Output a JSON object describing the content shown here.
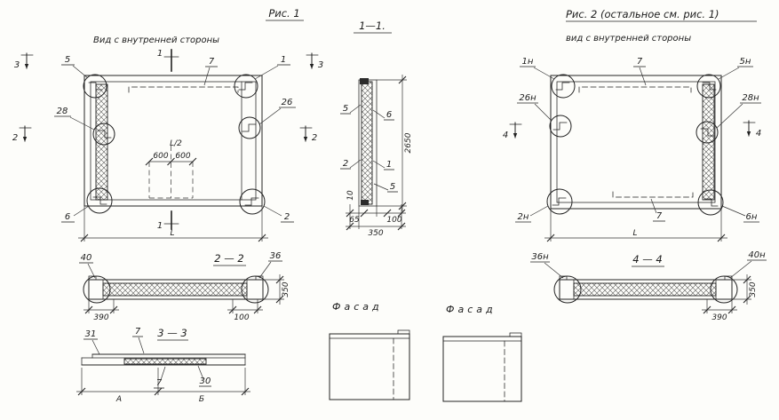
{
  "page": {
    "background": "#fdfdfa",
    "ink": "#1c1c1c"
  },
  "fig1": {
    "title": "Рис. 1",
    "subtitle": "Вид с внутренней стороны",
    "callouts": {
      "c5": "5",
      "c28": "28",
      "c6": "6",
      "c1": "1",
      "c26": "26",
      "c2": "2",
      "c7": "7"
    },
    "sections": {
      "s1": "1",
      "s2": "2",
      "s3": "3"
    },
    "dims": {
      "d600a": "600",
      "d600b": "600",
      "dl2": "L/2",
      "dl": "L"
    }
  },
  "sec11": {
    "title": "1—1.",
    "labels": {
      "l5top": "5",
      "l2": "2",
      "l6": "6",
      "l1": "1",
      "l5bot": "5"
    },
    "dims": {
      "h": "2650",
      "d10": "10",
      "d65": "65",
      "d100": "100",
      "d350": "350"
    }
  },
  "fig2": {
    "title": "Рис. 2  (остальное см. рис. 1)",
    "subtitle": "вид  с  внутренней  стороны",
    "callouts": {
      "c1n": "1н",
      "c26n": "26н",
      "c2n": "2н",
      "c5n": "5н",
      "c28n": "28н",
      "c6n": "6н",
      "c7top": "7",
      "c7bot": "7"
    },
    "sections": {
      "s4": "4"
    },
    "dims": {
      "dl": "L"
    }
  },
  "sec22": {
    "title": "2 — 2",
    "labels": {
      "l40": "40",
      "l36": "36"
    },
    "dims": {
      "d390": "390",
      "d100": "100",
      "d350": "350"
    }
  },
  "sec33": {
    "title": "3 — 3",
    "labels": {
      "l31": "31",
      "l7top": "7",
      "l7bot": "7",
      "l30": "30"
    },
    "dims": {
      "da": "А",
      "db": "Б"
    }
  },
  "sec44": {
    "title": "4 — 4",
    "labels": {
      "l36n": "36н",
      "l40n": "40н"
    },
    "dims": {
      "d390": "390",
      "d350": "350"
    }
  },
  "facade": {
    "label1": "Фасад",
    "label2": "Фасад"
  }
}
